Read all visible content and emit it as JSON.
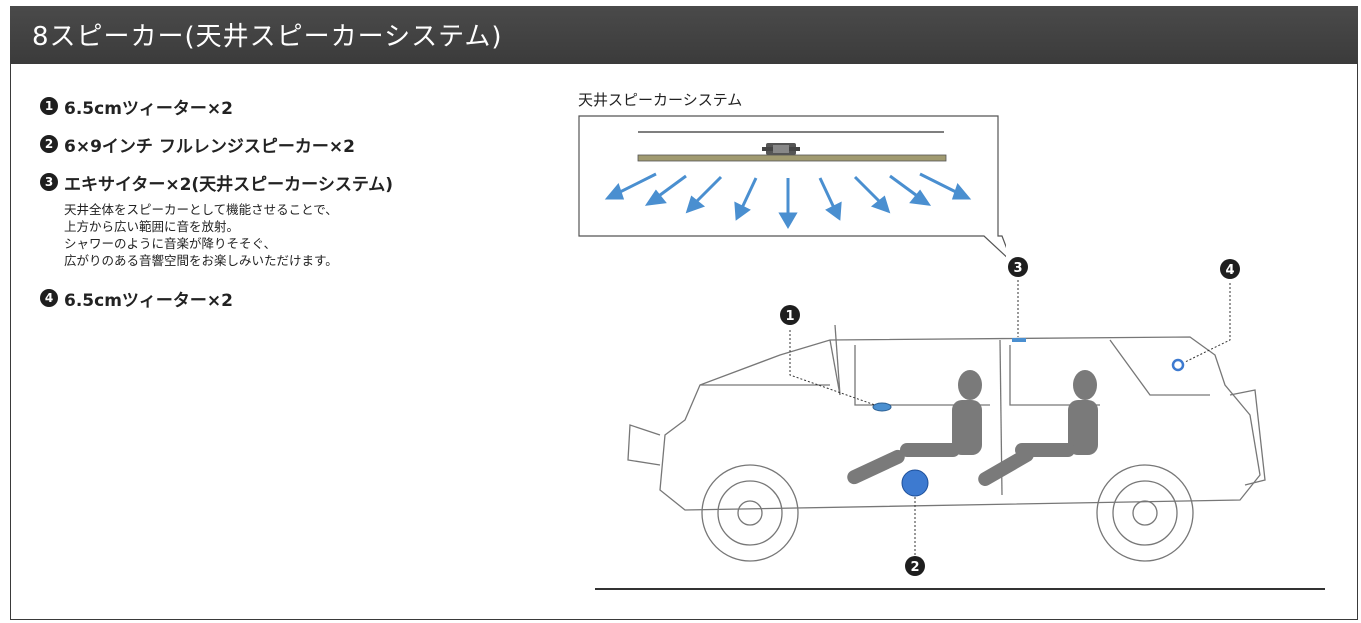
{
  "header": {
    "title": "8スピーカー(天井スピーカーシステム)"
  },
  "specs": [
    {
      "num": "1",
      "label": "6.5cmツィーター×2"
    },
    {
      "num": "2",
      "label": "6×9インチ フルレンジスピーカー×2"
    },
    {
      "num": "3",
      "label": "エキサイター×2(天井スピーカーシステム)",
      "description": [
        "天井全体をスピーカーとして機能させることで、",
        "上方から広い範囲に音を放射。",
        "シャワーのように音楽が降りそそぐ、",
        "広がりのある音響空間をお楽しみいただけます。"
      ]
    },
    {
      "num": "4",
      "label": "6.5cmツィーター×2"
    }
  ],
  "callout": {
    "title": "天井スピーカーシステム"
  },
  "diagram": {
    "markers": [
      "1",
      "2",
      "3",
      "4"
    ],
    "colors": {
      "accent_blue": "#4a8fd0",
      "badge": "#1e1e1e",
      "header_bg": "#404040",
      "panel": "#a09a70"
    }
  }
}
